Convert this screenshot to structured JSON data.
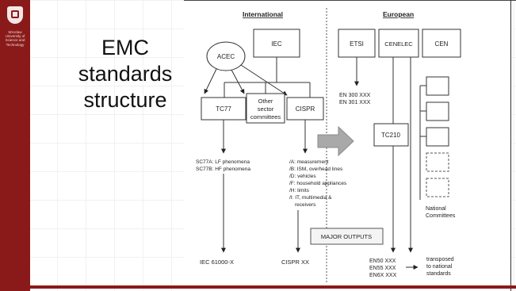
{
  "slide": {
    "title": "EMC standards structure",
    "logo_text": "Wroclaw University of Science and Technology"
  },
  "diagram": {
    "section_international": "International",
    "section_european": "European",
    "nodes": {
      "acec": "ACEC",
      "iec": "IEC",
      "etsi": "ETSI",
      "cenelec": "CENELEC",
      "cen": "CEN",
      "tc77": "TC77",
      "other_line1": "Other",
      "other_line2": "sector",
      "other_line3": "committees",
      "cispr": "CISPR",
      "tc210": "TC210",
      "major_outputs": "MAJOR OUTPUTS"
    },
    "etsi_outputs": [
      "EN 300 XXX",
      "EN 301 XXX"
    ],
    "tc77_subcommittees": [
      "SC77A: LF phenomena",
      "SC77B: HF phenomena"
    ],
    "cispr_subcommittees": [
      "/A: measurement",
      "/B: ISM, overhead lines",
      "/D: vehicles",
      "/F: household appliances",
      "/H: limits",
      "/I:  IT, multimedia &",
      "receivers"
    ],
    "national_committees": [
      "National",
      "Committees"
    ],
    "outputs": {
      "iec": "IEC 61000-X",
      "cispr": "CISPR XX",
      "en": [
        "EN50 XXX",
        "EN55 XXX",
        "EN6X XXX"
      ],
      "transposed": [
        "transposed",
        "to national",
        "standards"
      ]
    }
  }
}
